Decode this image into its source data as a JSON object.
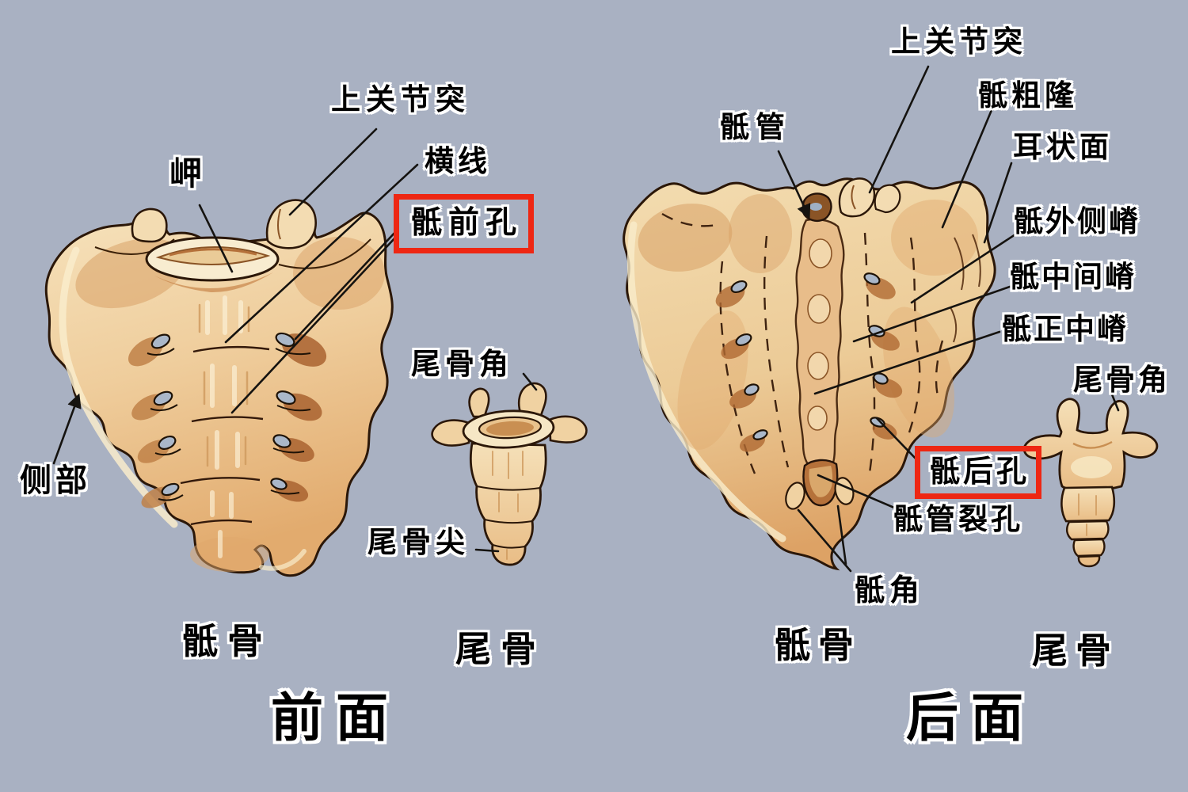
{
  "colors": {
    "background": "#a9b1c2",
    "bone_light": "#f3dcb2",
    "bone_cream": "#f9eccb",
    "bone_mid": "#e7bd87",
    "bone_shadow": "#d69c60",
    "bone_deep": "#b06a33",
    "outline": "#2b1708",
    "foramen_hole": "#aab7c9",
    "annotation_line": "#151310",
    "highlight_red": "#ee2713",
    "label_text": "#000000",
    "label_outline": "#ffffff"
  },
  "anterior": {
    "view_label": "前面",
    "sacrum_label": "骶骨",
    "coccyx_label": "尾骨",
    "annotations": {
      "sup_articular": "上关节突",
      "promontory": "岬",
      "transverse_lines": "横线",
      "anterior_sacral_foramina": "骶前孔",
      "lateral_part": "侧部",
      "coccygeal_cornu": "尾骨角",
      "coccyx_apex": "尾骨尖"
    }
  },
  "posterior": {
    "view_label": "后面",
    "sacrum_label": "骶骨",
    "coccyx_label": "尾骨",
    "annotations": {
      "sup_articular": "上关节突",
      "sacral_tuberosity": "骶粗隆",
      "sacral_canal": "骶管",
      "auricular_surface": "耳状面",
      "lateral_sacral_crest": "骶外侧嵴",
      "intermediate_sacral_crest": "骶中间嵴",
      "median_sacral_crest": "骶正中嵴",
      "coccygeal_cornu": "尾骨角",
      "posterior_sacral_foramina": "骶后孔",
      "sacral_hiatus": "骶管裂孔",
      "sacral_cornu": "骶角"
    }
  }
}
